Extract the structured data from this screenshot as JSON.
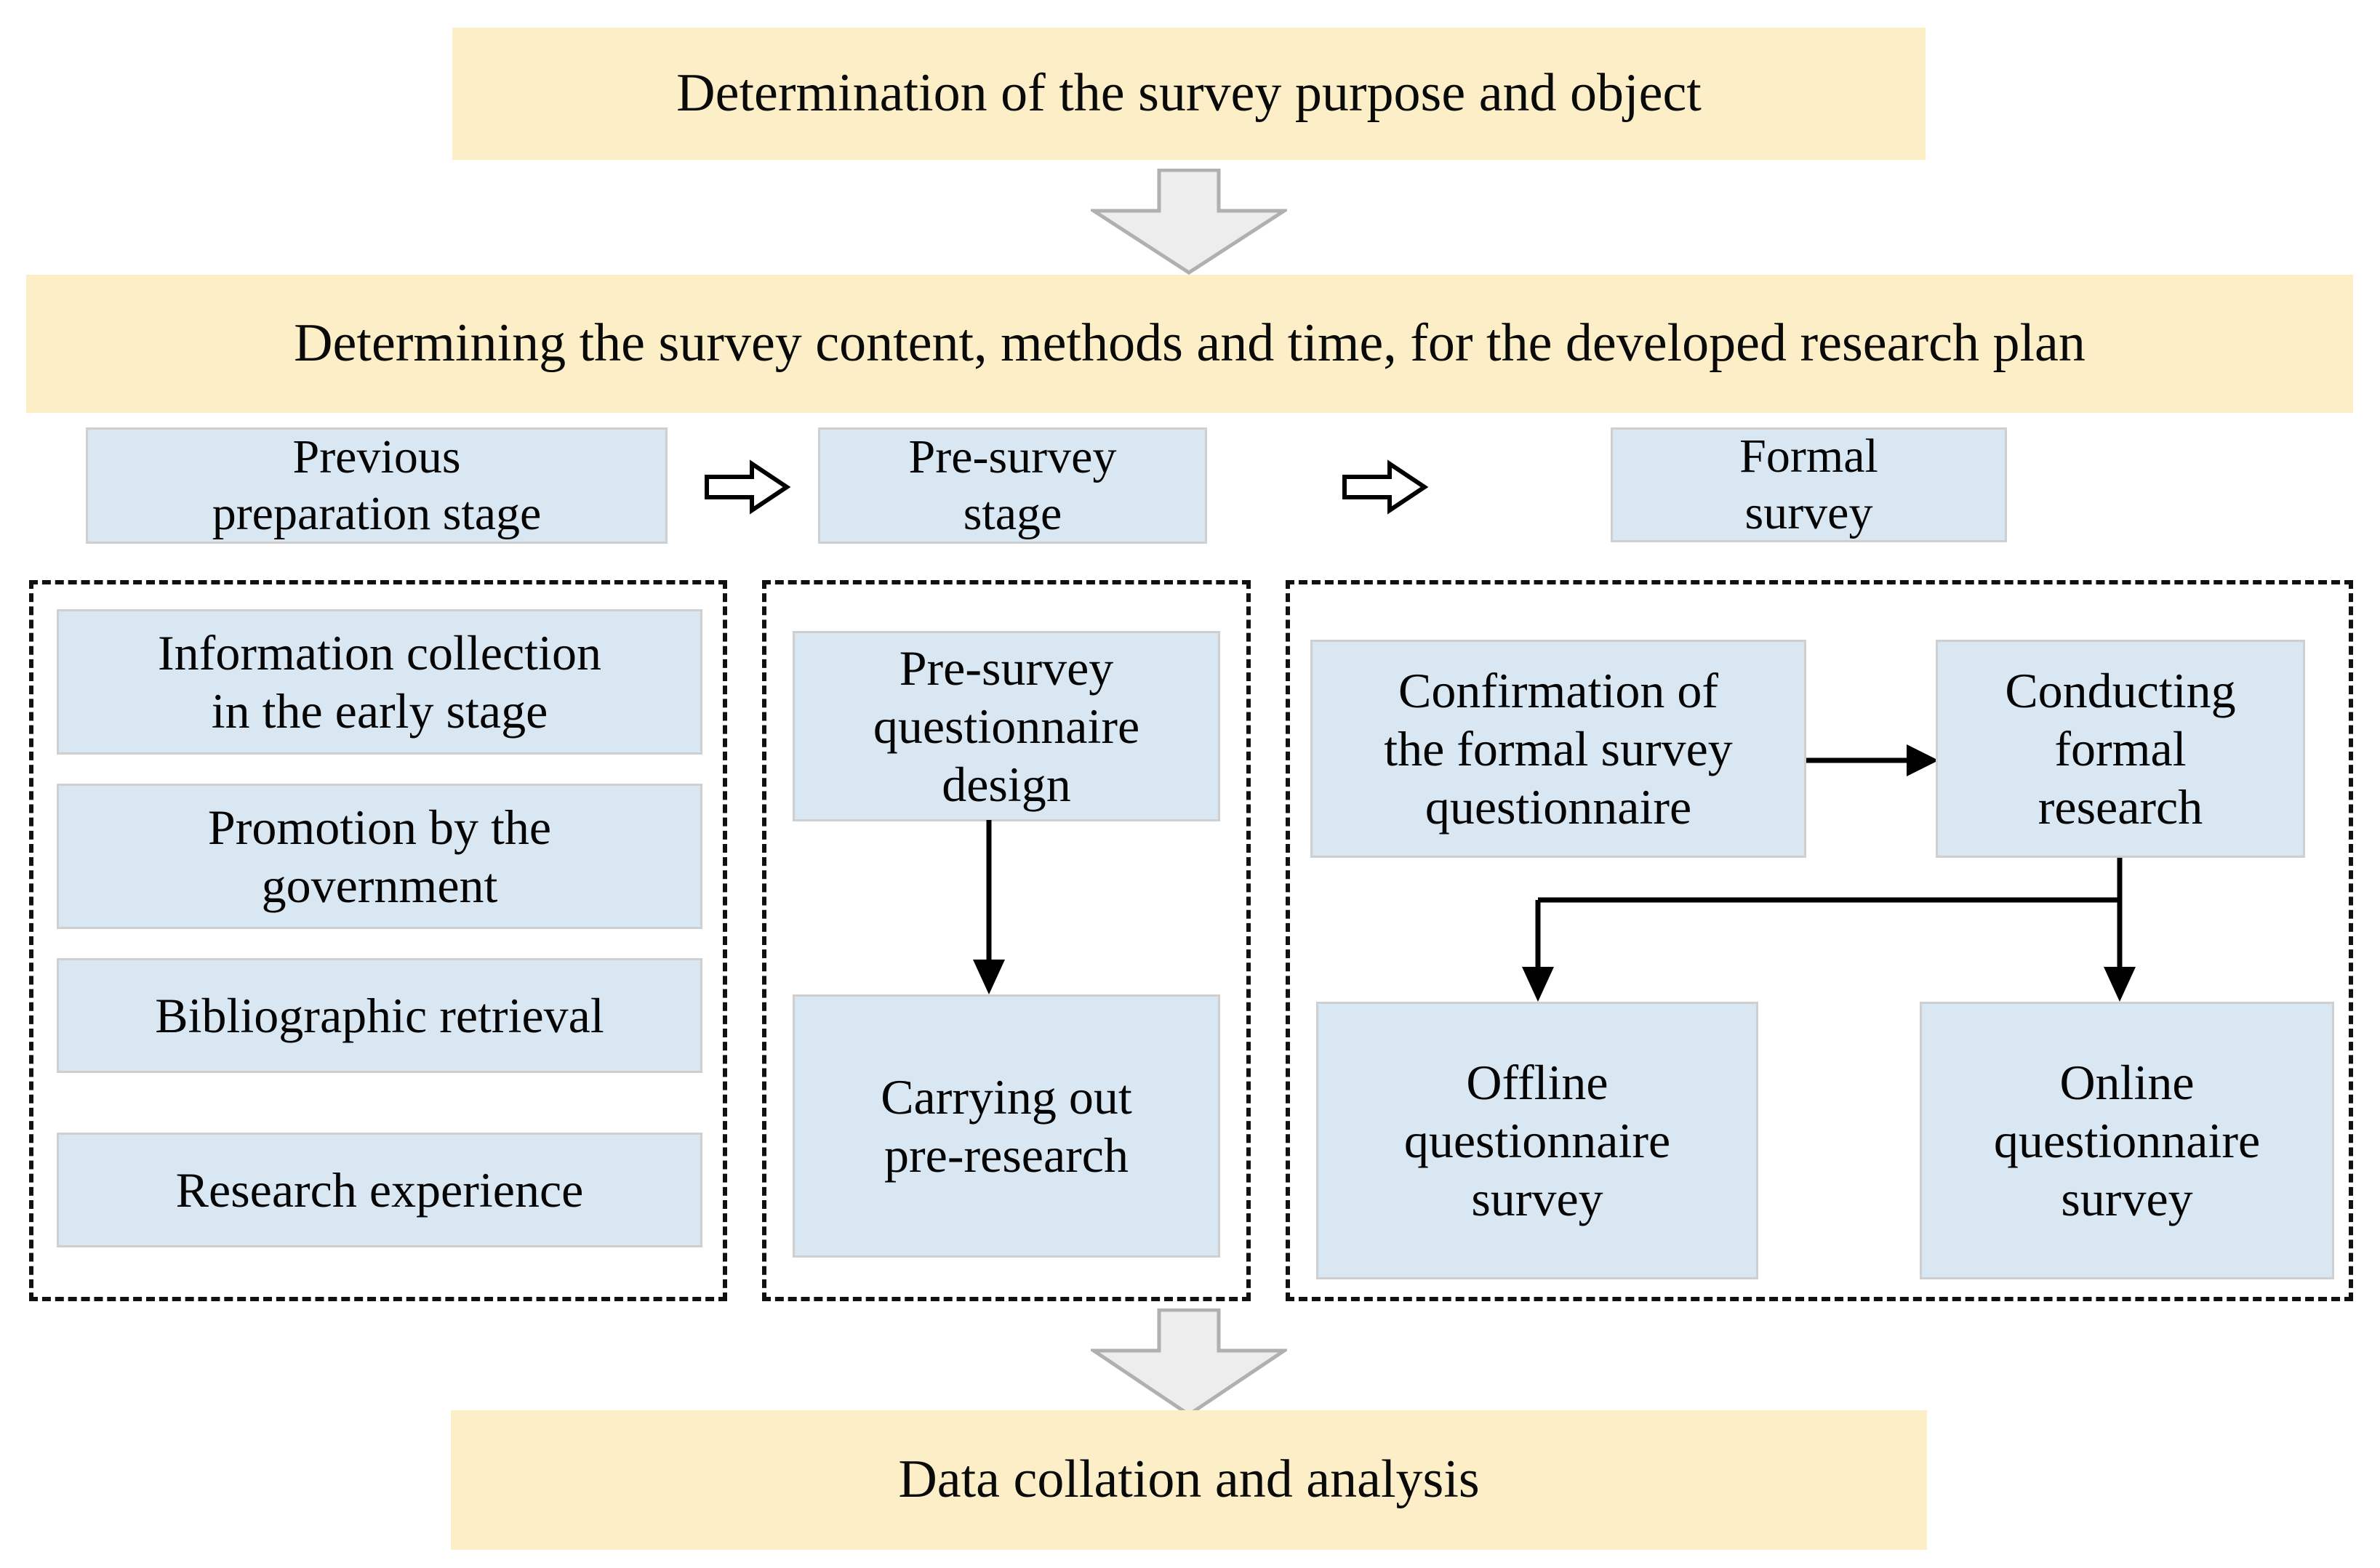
{
  "diagram": {
    "title": "Survey research flowchart",
    "colors": {
      "banner_fill": "#FCEFC8",
      "box_fill": "#D9E7F3",
      "box_border": "#CFCFCF",
      "dashed_border": "#111111",
      "block_arrow_fill": "#EDEDED",
      "block_arrow_stroke": "#ADADAD",
      "line": "#000000"
    },
    "banners": {
      "top": "Determination of the survey purpose and object",
      "plan": "Determining the survey content, methods and time, for the developed research plan",
      "bottom": "Data collation and analysis"
    },
    "stages": [
      {
        "id": "previous-preparation",
        "label": "Previous\npreparation stage"
      },
      {
        "id": "pre-survey",
        "label": "Pre-survey\nstage"
      },
      {
        "id": "formal-survey",
        "label": "Formal\nsurvey"
      }
    ],
    "stage_labels": {
      "previous_line1": "Previous",
      "previous_line2": "preparation stage",
      "presurvey_line1": "Pre-survey",
      "presurvey_line2": "stage",
      "formal_line1": "Formal",
      "formal_line2": "survey"
    },
    "previous_preparation_items": [
      {
        "line1": "Information collection",
        "line2": "in the early stage"
      },
      {
        "line1": "Promotion by the",
        "line2": "government"
      },
      {
        "line1": "Bibliographic retrieval",
        "line2": ""
      },
      {
        "line1": "Research experience",
        "line2": ""
      }
    ],
    "pre_survey_items": [
      {
        "line1": "Pre-survey",
        "line2": "questionnaire",
        "line3": "design"
      },
      {
        "line1": "Carrying out",
        "line2": "pre-research",
        "line3": ""
      }
    ],
    "formal_survey_items": [
      {
        "line1": "Confirmation of",
        "line2": "the formal survey",
        "line3": "questionnaire"
      },
      {
        "line1": "Conducting",
        "line2": "formal",
        "line3": "research"
      },
      {
        "line1": "Offline",
        "line2": "questionnaire",
        "line3": "survey"
      },
      {
        "line1": "Online",
        "line2": "questionnaire",
        "line3": "survey"
      }
    ],
    "connectors": [
      {
        "id": "purpose-to-plan",
        "kind": "block-arrow-down"
      },
      {
        "id": "previous-to-presurvey",
        "kind": "outline-arrow-right"
      },
      {
        "id": "presurvey-to-formal",
        "kind": "outline-arrow-right"
      },
      {
        "id": "design-to-preresearch",
        "kind": "arrow-down"
      },
      {
        "id": "confirmation-to-conducting",
        "kind": "arrow-right"
      },
      {
        "id": "conducting-to-offline-online",
        "kind": "split-arrow-down"
      },
      {
        "id": "groups-to-data-collation",
        "kind": "block-arrow-down"
      }
    ],
    "icons": {
      "block_arrow_down": "block-arrow-down-icon",
      "outline_arrow_right": "outline-arrow-right-icon",
      "line_arrow_down": "line-arrow-down-icon",
      "line_arrow_right": "line-arrow-right-icon"
    }
  }
}
